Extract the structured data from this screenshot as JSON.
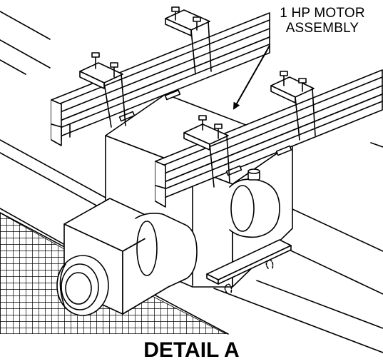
{
  "callout": {
    "line1": "1 HP MOTOR",
    "line2": "ASSEMBLY"
  },
  "caption": "DETAIL A",
  "colors": {
    "ink": "#000000",
    "paper": "#ffffff"
  }
}
